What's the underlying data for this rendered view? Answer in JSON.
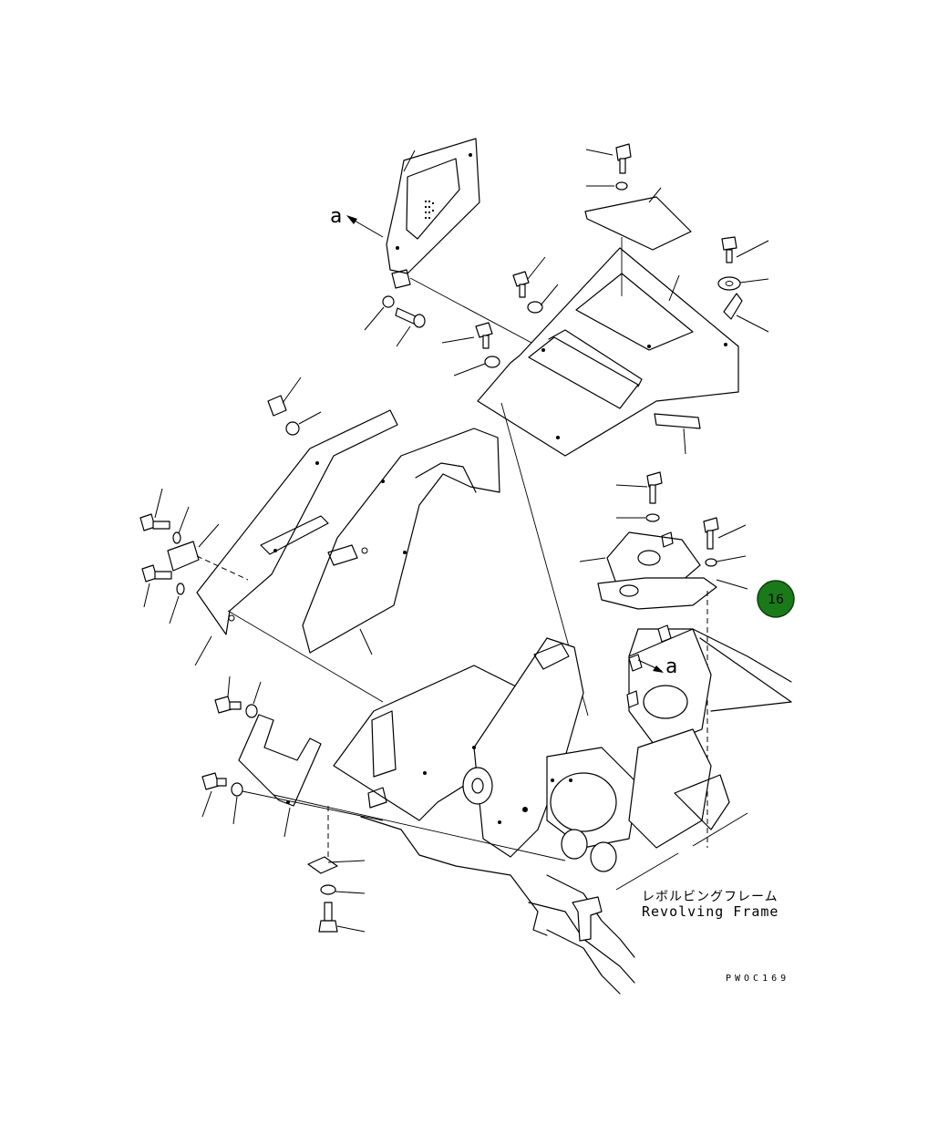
{
  "diagram": {
    "view_marker_top": "a",
    "view_marker_frame": "a",
    "frame_label_jp": "レボルビングフレーム",
    "frame_label_en": "Revolving Frame",
    "drawing_code": "PWOC169",
    "callout": {
      "number": "16",
      "color": "#1a7a1a"
    }
  }
}
